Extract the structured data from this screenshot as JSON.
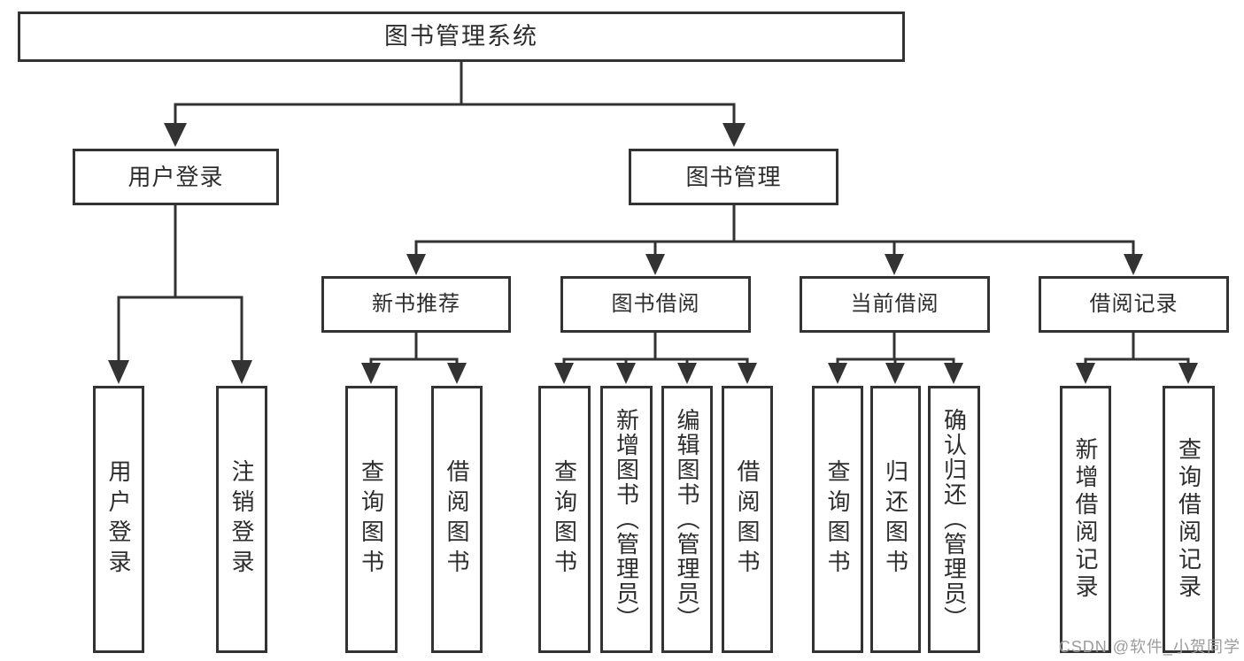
{
  "tree": {
    "root": {
      "label": "图书管理系统",
      "children": [
        {
          "label": "用户登录",
          "children": [
            {
              "label": "用户登录"
            },
            {
              "label": "注销登录"
            }
          ]
        },
        {
          "label": "图书管理",
          "children": [
            {
              "label": "新书推荐",
              "children": [
                {
                  "label": "查询图书"
                },
                {
                  "label": "借阅图书"
                }
              ]
            },
            {
              "label": "图书借阅",
              "children": [
                {
                  "label": "查询图书"
                },
                {
                  "label": "新增图书（管理员）"
                },
                {
                  "label": "编辑图书（管理员）"
                },
                {
                  "label": "借阅图书"
                }
              ]
            },
            {
              "label": "当前借阅",
              "children": [
                {
                  "label": "查询图书"
                },
                {
                  "label": "归还图书"
                },
                {
                  "label": "确认归还（管理员）"
                }
              ]
            },
            {
              "label": "借阅记录",
              "children": [
                {
                  "label": "新增借阅记录"
                },
                {
                  "label": "查询借阅记录"
                }
              ]
            }
          ]
        }
      ]
    }
  },
  "watermark": {
    "text": "CSDN @软件_小贺同学"
  },
  "colors": {
    "line": "#333333",
    "box_border": "#333333",
    "text": "#2d2d2d",
    "watermark": "#9c9c9c",
    "background": "#ffffff"
  }
}
